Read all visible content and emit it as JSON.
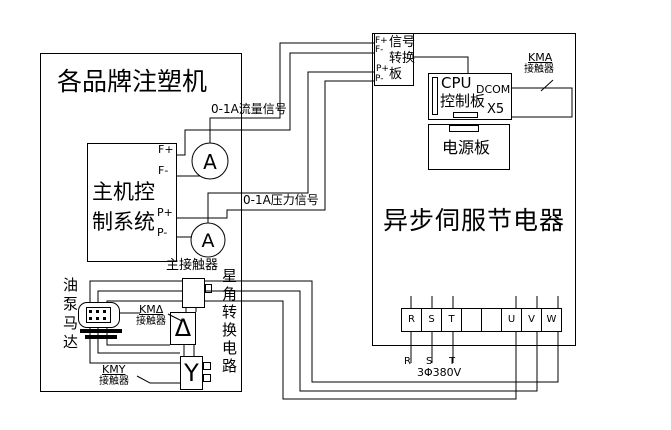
{
  "left_machine_box": {
    "title": "各品牌注塑机"
  },
  "host_controller": {
    "name_line1": "主机控",
    "name_line2": "制系统",
    "t_fplus": "F+",
    "t_fminus": "F-",
    "t_pplus": "P+",
    "t_pminus": "P-"
  },
  "signals": {
    "flow_label": "0-1A流量信号",
    "pressure_label": "0-1A压力信号",
    "meter_glyph": "A"
  },
  "oil_pump_motor": {
    "label": "油泵马达"
  },
  "star_delta": {
    "main_contactor_label": "主接触器",
    "km_delta_line1": "KMΔ",
    "km_delta_line2": "接触器",
    "km_y_line1": "KMY",
    "km_y_line2": "接触器",
    "circuit_label": "星角转换电路",
    "delta_glyph": "Δ",
    "y_glyph": "Y"
  },
  "servo_saver": {
    "title": "异步伺服节电器",
    "signal_board": {
      "line1": "信号",
      "line2": "转换",
      "line3": "板",
      "t_fplus": "F+",
      "t_fminus": "F-",
      "t_pplus": "P+",
      "t_pminus": "P-"
    },
    "cpu_board": {
      "line1": "CPU",
      "line2": "控制板",
      "dcom": "DCOM",
      "x5": "X5"
    },
    "power_board": {
      "title": "电源板"
    },
    "kma": {
      "line1": "KMA",
      "line2": "接触器"
    },
    "terminal_strip": {
      "cells": [
        "R",
        "S",
        "T",
        "",
        "",
        "U",
        "V",
        "W"
      ]
    },
    "input_labels": {
      "r": "R",
      "s": "S",
      "t": "T",
      "phase": "3Φ380V"
    }
  }
}
